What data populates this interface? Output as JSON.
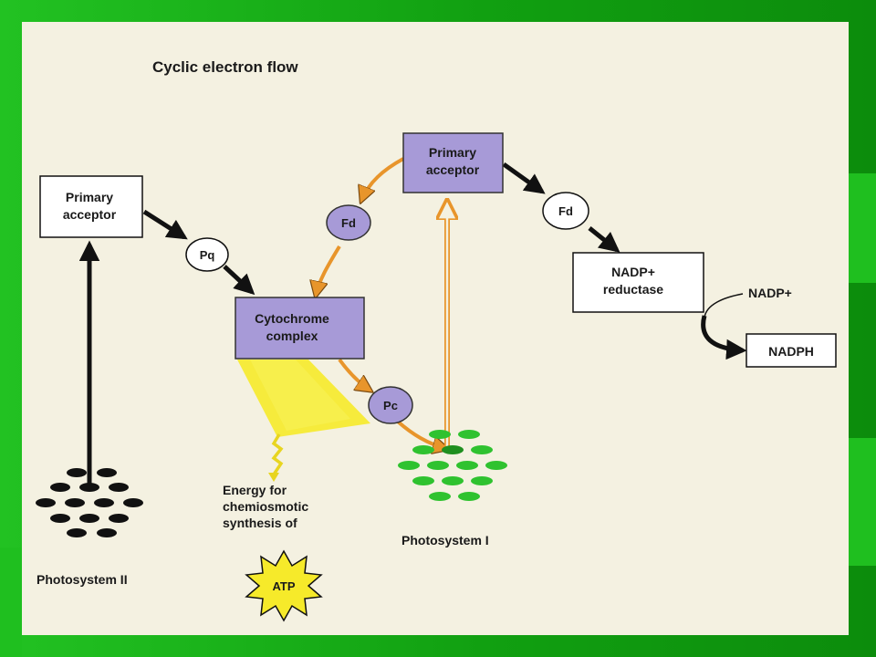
{
  "title": "Cyclic electron flow",
  "boxes": {
    "ps2_acceptor": [
      "Primary",
      "acceptor"
    ],
    "ps1_acceptor": [
      "Primary",
      "acceptor"
    ],
    "cytochrome": [
      "Cytochrome",
      "complex"
    ],
    "nadp_reductase": [
      "NADP+",
      "reductase"
    ],
    "nadph": "NADPH"
  },
  "carriers": {
    "pq": "Pq",
    "fd_cycle": "Fd",
    "fd_linear": "Fd",
    "pc": "Pc"
  },
  "labels": {
    "nadp": "NADP+",
    "photosystem_2": "Photosystem II",
    "photosystem_1": "Photosystem I",
    "energy": [
      "Energy for",
      "chemiosmotic",
      "synthesis of"
    ],
    "atp": "ATP"
  },
  "colors": {
    "purple": "#a79ad7",
    "orange": "#e8952b",
    "green": "#2fc22f",
    "yellow": "#f6ea2a"
  }
}
